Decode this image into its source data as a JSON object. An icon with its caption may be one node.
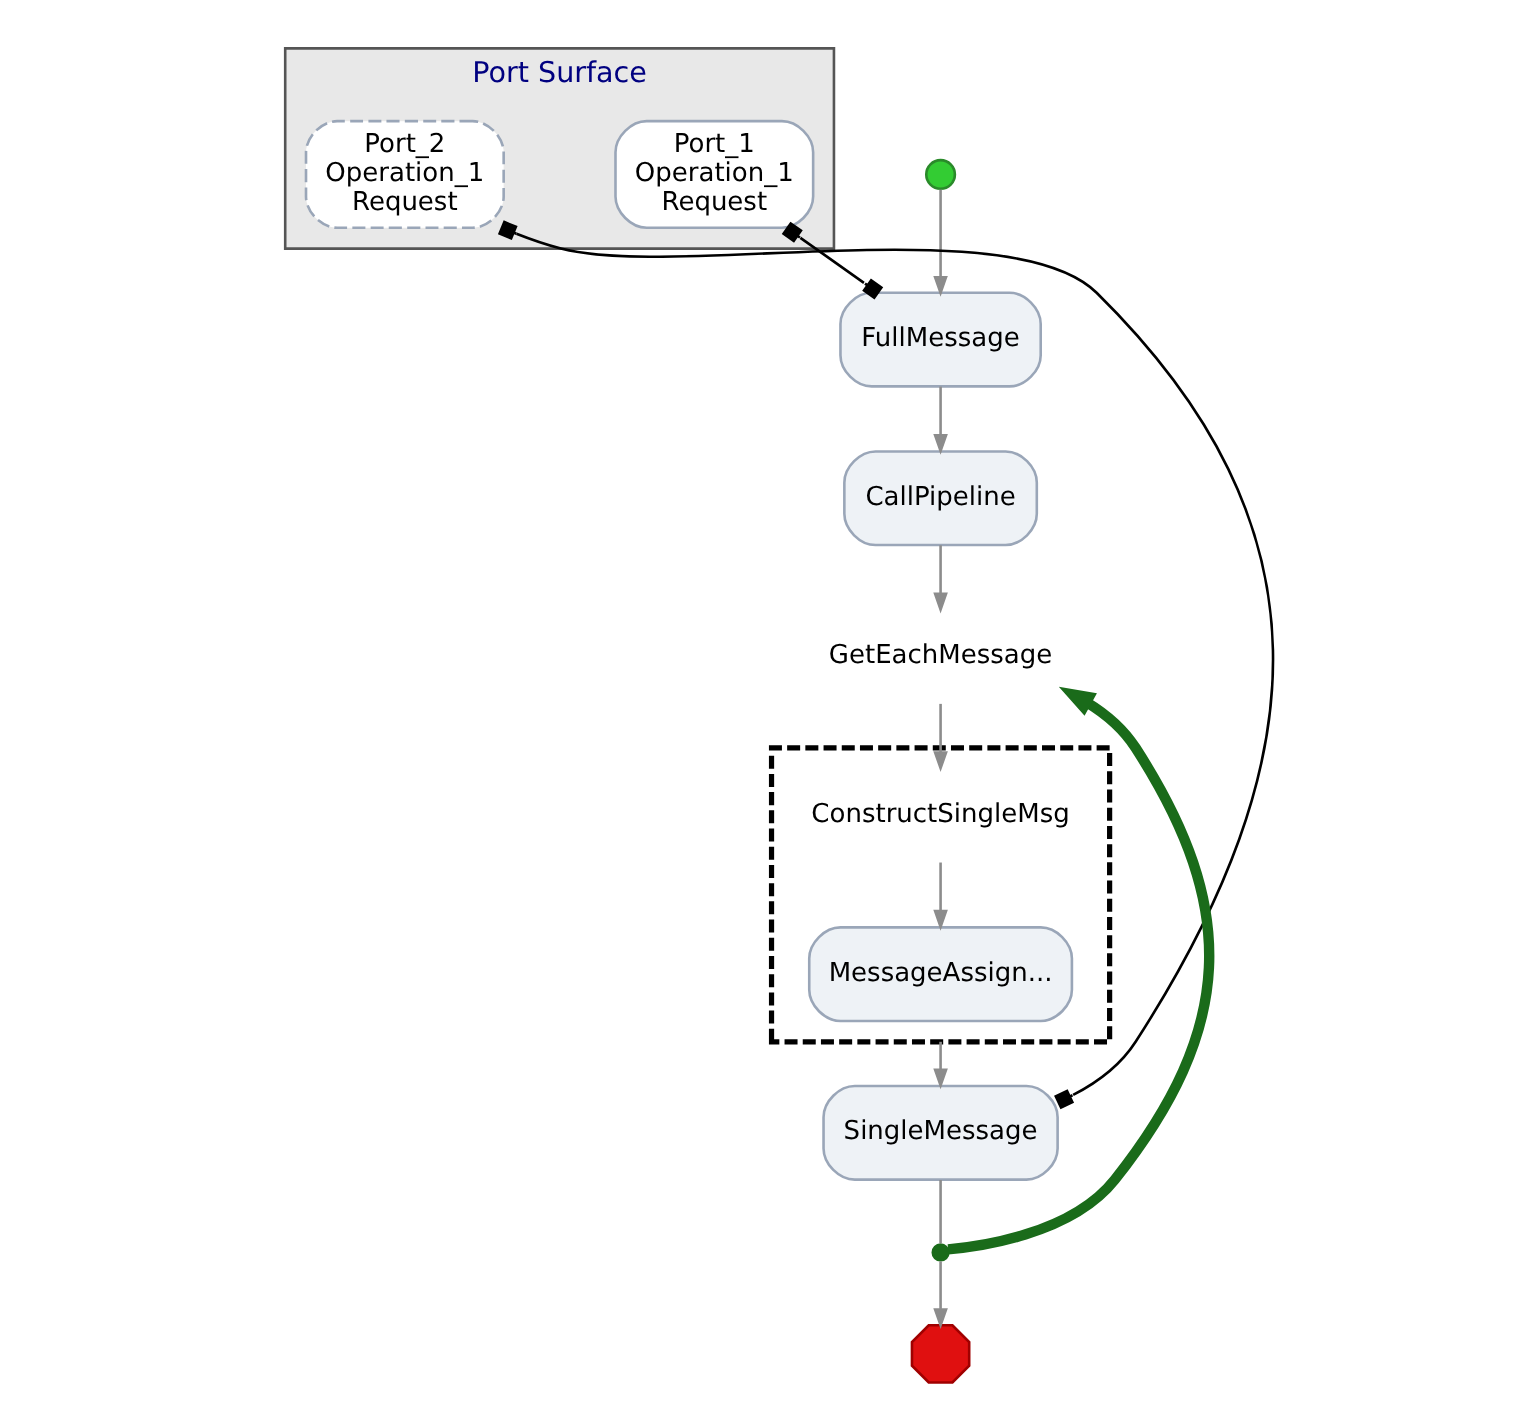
{
  "diagram": {
    "nodes": [
      {
        "text": [
          "Port Surface"
        ]
      },
      {
        "text": [
          "Port_1",
          "Operation_1",
          "Request"
        ],
        "in": 0
      },
      {
        "text": [
          "Port_2",
          "Operation_1",
          "Request"
        ],
        "in": 0
      },
      {
        "text": [],
        "shape": "circle"
      },
      {
        "text": [
          "FullMessage"
        ]
      },
      {
        "text": [
          "CallPipeline"
        ]
      },
      {
        "text": [
          "GetEachMessage"
        ]
      },
      {
        "text": [
          "ConstructSingleMsg"
        ]
      },
      {
        "text": [
          "MessageAssign..."
        ],
        "in": 7
      },
      {
        "text": [
          "SingleMessage"
        ]
      },
      {
        "text": [],
        "shape": "circle"
      },
      {
        "text": [],
        "shape": "octagon"
      }
    ],
    "edges": [
      {
        "from": 1,
        "to": 4,
        "arrow": "other",
        "color": "#000000"
      },
      {
        "from": 9,
        "to": 2,
        "arrow": "other",
        "color": "#000000"
      },
      {
        "from": 3,
        "to": 4,
        "arrow": "to"
      },
      {
        "from": 4,
        "to": 5,
        "arrow": "to"
      },
      {
        "from": 5,
        "to": 6,
        "arrow": "to"
      },
      {
        "from": 6,
        "to": 7,
        "arrow": "to"
      },
      {
        "from": 7,
        "to": 8,
        "arrow": "to"
      },
      {
        "from": 7,
        "to": 9,
        "arrow": "to"
      },
      {
        "from": 9,
        "to": 10,
        "arrow": "none"
      },
      {
        "from": 10,
        "to": 6,
        "arrow": "to",
        "style": "thick",
        "color": "#1a6b1a"
      },
      {
        "from": 10,
        "to": 11,
        "arrow": "to"
      }
    ]
  }
}
